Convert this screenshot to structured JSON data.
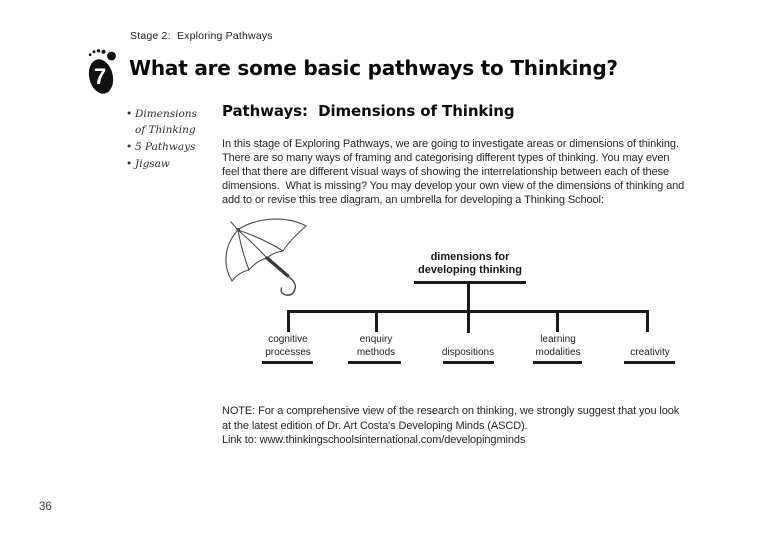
{
  "page": {
    "stage_label": "Stage 2:  Exploring Pathways",
    "step_number": "7",
    "title": "What are some basic pathways to Thinking?",
    "page_number": "36"
  },
  "sidebar": {
    "bullet": "•",
    "items": [
      {
        "label": "Dimensions\nof Thinking"
      },
      {
        "label": "5 Pathways"
      },
      {
        "label": "Jigsaw"
      }
    ]
  },
  "main": {
    "heading": "Pathways:  Dimensions of Thinking",
    "paragraph_lines": [
      "In this stage of Exploring Pathways, we are going to investigate areas or dimensions of thinking.",
      "There are so many ways of framing and categorising different types of thinking. You may even",
      "feel that there are different visual ways of showing the interrelationship between each of these",
      "dimensions.  What is missing? You may develop your own view of the dimensions of thinking and",
      "add to or revise this tree diagram, an umbrella for developing a Thinking School:"
    ],
    "note_lines": [
      "NOTE: For a comprehensive view of the research on thinking, we strongly suggest that you look",
      "at the latest edition of Dr. Art Costa's Developing Minds (ASCD).",
      "Link to: www.thinkingschoolsinternational.com/developingminds"
    ]
  },
  "diagram": {
    "root_label": "dimensions for\ndeveloping thinking",
    "branches": [
      "cognitive\nprocesses",
      "enquiry\nmethods",
      "dispositions",
      "learning\nmodalities",
      "creativity"
    ]
  },
  "icons": {
    "footprint": "footprint-step-icon",
    "umbrella": "umbrella-sketch-icon"
  },
  "colors": {
    "line": "#1a1a1a",
    "text": "#262626",
    "heading": "#0a0a0a"
  }
}
